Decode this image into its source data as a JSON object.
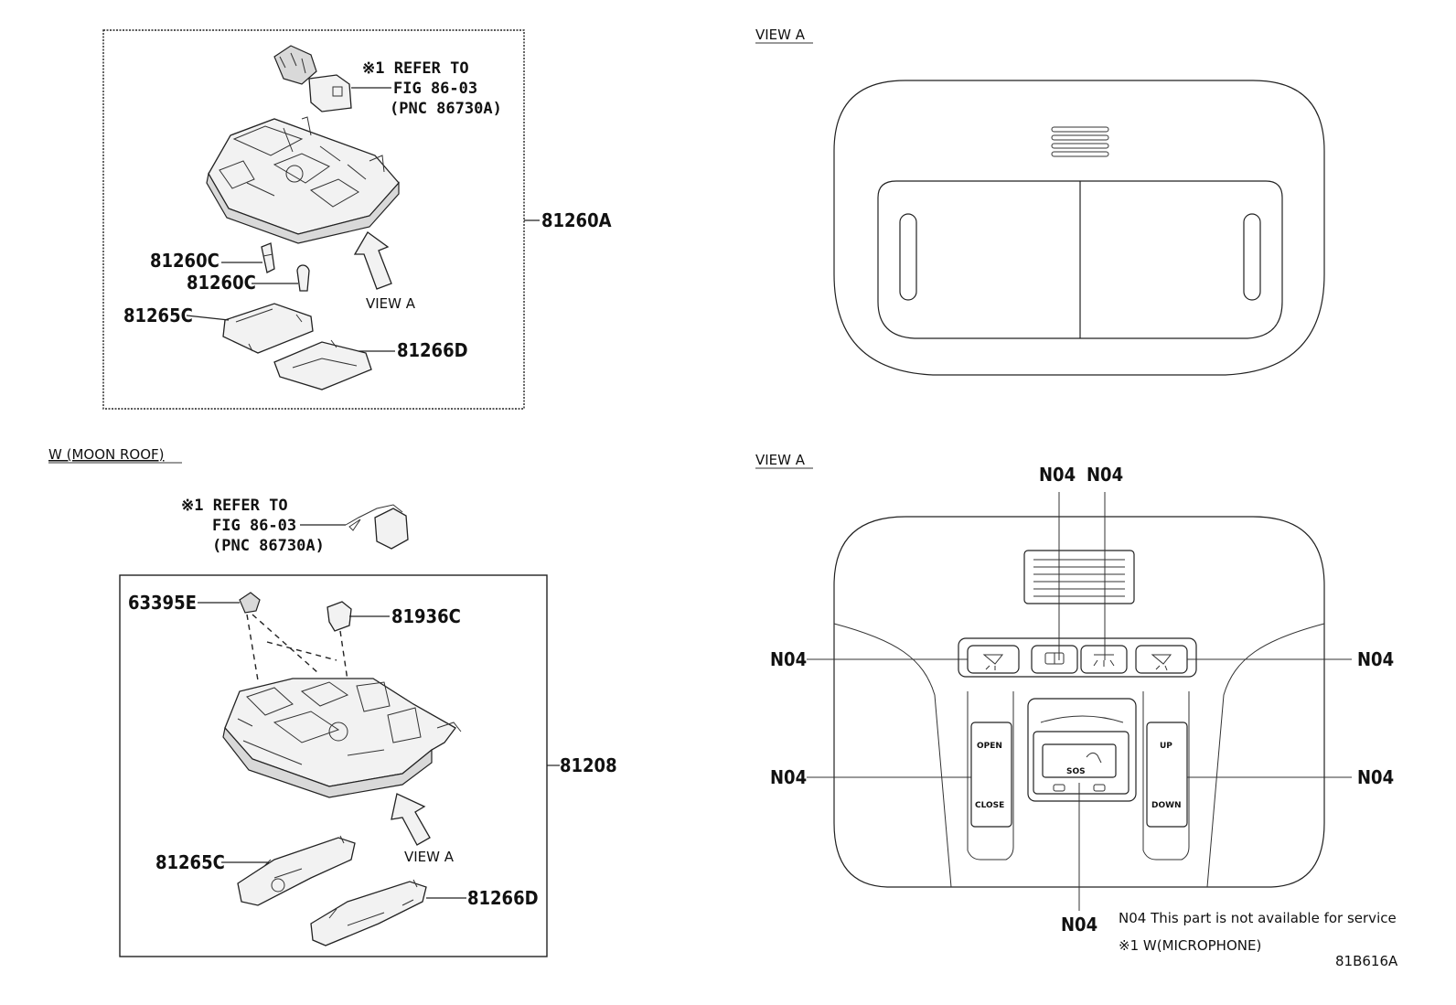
{
  "top_left": {
    "refer_note": [
      "※1 REFER TO",
      "FIG 86-03",
      "(PNC 86730A)"
    ],
    "labels": {
      "assembly": "81260A",
      "bulb_1": "81260C",
      "bulb_2": "81260C",
      "lens_left": "81265C",
      "lens_right": "81266D",
      "view": "VIEW A"
    }
  },
  "moonroof": {
    "heading": "W (MOON ROOF)",
    "refer_note": [
      "※1 REFER TO",
      "FIG 86-03",
      "(PNC 86730A)"
    ],
    "labels": {
      "clip": "63395E",
      "socket": "81936C",
      "assembly": "81208",
      "lens_left": "81265C",
      "lens_right": "81266D",
      "view": "VIEW A"
    }
  },
  "view_a_top": {
    "heading": "VIEW A"
  },
  "view_a_bottom": {
    "heading": "VIEW A",
    "n04": "N04",
    "buttons": {
      "open": "OPEN",
      "close": "CLOSE",
      "up": "UP",
      "down": "DOWN",
      "sos": "SOS"
    }
  },
  "legend": {
    "n04_note": "N04 This part is not available for service",
    "ref_note": "※1 W(MICROPHONE)"
  },
  "figure_id": "81B616A"
}
